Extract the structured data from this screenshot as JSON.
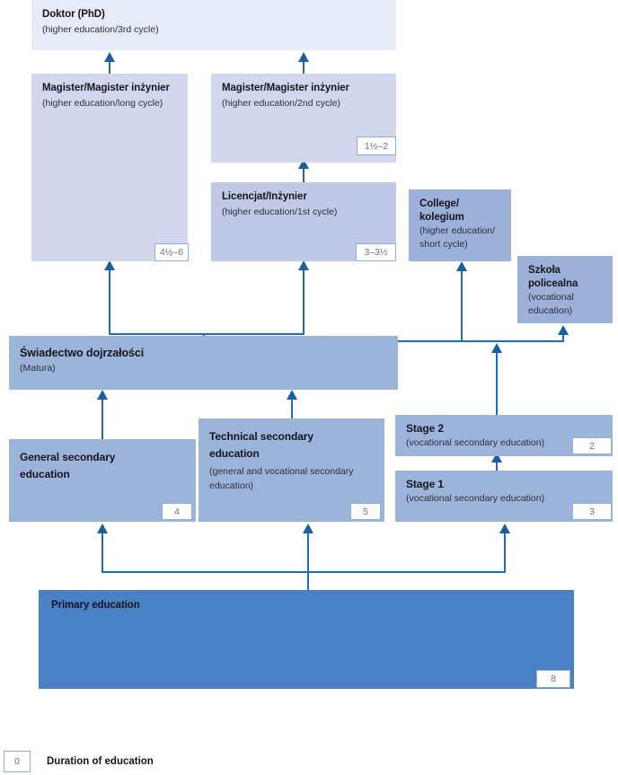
{
  "diagram": {
    "title": "Education system structure diagram",
    "colors": {
      "level_doktor": "#e8ecf9",
      "level_magister": "#d3d7ee",
      "level_licencjat": "#c1c9e8",
      "level_college": "#9db0d8",
      "level_secondary": "#9cb4d9",
      "level_primary": "#4a80c4",
      "connector": "#1f6eb5",
      "arrow": "#1a5e9e",
      "duration_border": "#8fb2cf",
      "duration_text": "#6b7280",
      "text": "#14161f"
    },
    "boxes": [
      {
        "id": "doktor",
        "title": "Doktor (PhD)",
        "subtitle": "(higher education/3rd cycle)",
        "duration": ""
      },
      {
        "id": "magister-long",
        "title": "Magister/Magister inżynier",
        "subtitle": "(higher education/long cycle)",
        "duration": "4½–6"
      },
      {
        "id": "magister-2nd",
        "title": "Magister/Magister inżynier",
        "subtitle": "(higher education/2nd cycle)",
        "duration": "1½–2"
      },
      {
        "id": "licencjat",
        "title": "Licencjat/Inżynier",
        "subtitle": "(higher education/1st cycle)",
        "duration": "3–3½"
      },
      {
        "id": "college",
        "title": "College/\nkolegium",
        "subtitle": "(higher education/\nshort cycle)",
        "duration": ""
      },
      {
        "id": "szkola-policealna",
        "title": "Szkoła\npolicealna",
        "subtitle": "(vocational\neducation)",
        "duration": ""
      },
      {
        "id": "matura",
        "title": "Świadectwo dojrzałości",
        "subtitle": "(Matura)",
        "duration": ""
      },
      {
        "id": "general-secondary",
        "title": "General secondary\neducation",
        "subtitle": "",
        "duration": "4"
      },
      {
        "id": "technical-secondary",
        "title": "Technical secondary\neducation",
        "subtitle": "(general and vocational secondary\neducation)",
        "duration": "5"
      },
      {
        "id": "stage-2",
        "title": "Stage 2",
        "subtitle": "(vocational secondary education)",
        "duration": "2"
      },
      {
        "id": "stage-1",
        "title": "Stage 1",
        "subtitle": "(vocational secondary education)",
        "duration": "3"
      },
      {
        "id": "primary",
        "title": "Primary education",
        "subtitle": "",
        "duration": "8"
      }
    ],
    "legend": {
      "value": "0",
      "label": "Duration of education"
    }
  }
}
